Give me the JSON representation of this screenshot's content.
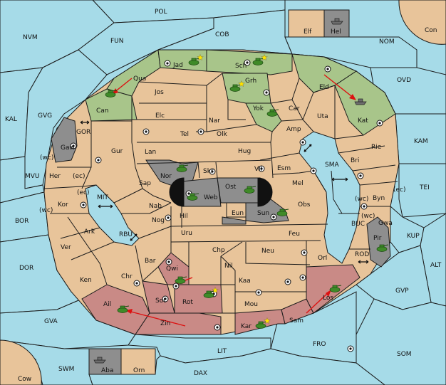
{
  "map_title": "",
  "colors": {
    "sea": "#a6dbe8",
    "land": "#e8c49a",
    "green_power": "#a8c58a",
    "red_power": "#c98a86",
    "impassable": "#8e8e8e",
    "black": "#111111",
    "arrow": "#dd1111"
  },
  "provinces": {
    "POL": "POL",
    "NVM": "NVM",
    "FUN": "FUN",
    "COB": "COB",
    "NOM": "NOM",
    "Con": "Con",
    "Elf": "Elf",
    "Hel": "Hel",
    "KAL": "KAL",
    "GVG": "GVG",
    "OVD": "OVD",
    "KAM": "KAM",
    "MVU": "MVU",
    "TEI": "TEI",
    "BOR": "BOR",
    "KUP": "KUP",
    "ALT": "ALT",
    "DOR": "DOR",
    "GVP": "GVP",
    "GVA": "GVA",
    "SOM": "SOM",
    "FRO": "FRO",
    "LIT": "LIT",
    "SWM": "SWM",
    "DAX": "DAX",
    "Cow": "Cow",
    "Aba": "Aba",
    "Orn": "Orn",
    "Qua": "Qua",
    "Jad": "Jad",
    "Sch": "Sch",
    "Can": "Can",
    "Jos": "Jos",
    "Grh": "Grh",
    "Eld": "Eld",
    "Kat": "Kat",
    "Yok": "Yok",
    "Car": "Car",
    "Uta": "Uta",
    "Elc": "Elc",
    "Nar": "Nar",
    "Amp": "Amp",
    "Tel": "Tel",
    "Olk": "Olk",
    "Gaw": "Gaw",
    "GOR": "GOR",
    "Gur": "Gur",
    "Lan": "Lan",
    "Hug": "Hug",
    "Rie": "Rie",
    "Bri": "Bri",
    "Nor": "Nor",
    "Skr": "Skr",
    "Vil": "Vil",
    "Esm": "Esm",
    "SMA": "SMA",
    "Her": "Her",
    "Sap": "Sap",
    "Ost": "Ost",
    "Mel": "Mel",
    "Web": "Web",
    "Byn": "Byn",
    "Kor": "Kor",
    "MIT": "MIT",
    "Nab": "Nab",
    "Eun": "Eun",
    "Obs": "Obs",
    "Gwa": "Gwa",
    "Sun": "Sun",
    "Hil": "Hil",
    "Ark": "Ark",
    "RBU": "RBU",
    "Nog": "Nog",
    "Uru": "Uru",
    "Feu": "Feu",
    "BUC": "BUC",
    "Pir": "Pir",
    "Ver": "Ver",
    "Chp": "Chp",
    "Neu": "Neu",
    "Bar": "Bar",
    "Orl": "Orl",
    "ROD": "ROD",
    "Qwi": "Qwi",
    "Nil": "Nil",
    "Ken": "Ken",
    "Chr": "Chr",
    "Kaa": "Kaa",
    "Los": "Los",
    "Sot": "Sot",
    "Rot": "Rot",
    "Ail": "Ail",
    "Mou": "Mou",
    "Sam": "Sam",
    "Zin": "Zin",
    "Kar": "Kar"
  },
  "coast_tags": {
    "her_wc": "(wc)",
    "her_ec": "(ec)",
    "kor_ec": "(ec)",
    "kor_wc": "(wc)",
    "byn_wc": "(wc)",
    "byn_ec": "(ec)",
    "gwa_wc": "(wc)"
  },
  "units": [
    {
      "type": "army",
      "owner": "green",
      "province": "Can"
    },
    {
      "type": "army",
      "owner": "green",
      "province": "Jad"
    },
    {
      "type": "army",
      "owner": "green",
      "province": "Sch"
    },
    {
      "type": "army",
      "owner": "green",
      "province": "Grh"
    },
    {
      "type": "army",
      "owner": "green",
      "province": "Yok"
    },
    {
      "type": "fleet",
      "owner": "green",
      "province": "Kat"
    },
    {
      "type": "fleet",
      "owner": "grey",
      "province": "Hel"
    },
    {
      "type": "fleet",
      "owner": "grey",
      "province": "Aba"
    },
    {
      "type": "army",
      "owner": "grey",
      "province": "Nor"
    },
    {
      "type": "army",
      "owner": "grey",
      "province": "Web"
    },
    {
      "type": "army",
      "owner": "grey",
      "province": "Ost"
    },
    {
      "type": "army",
      "owner": "grey",
      "province": "Sun"
    },
    {
      "type": "army",
      "owner": "grey",
      "province": "Pir"
    },
    {
      "type": "army",
      "owner": "red",
      "province": "Ail"
    },
    {
      "type": "army",
      "owner": "red",
      "province": "Rot"
    },
    {
      "type": "army",
      "owner": "red",
      "province": "Kar"
    },
    {
      "type": "army",
      "owner": "red",
      "province": "Los"
    },
    {
      "type": "army",
      "owner": "red",
      "province": "Qwi"
    }
  ]
}
